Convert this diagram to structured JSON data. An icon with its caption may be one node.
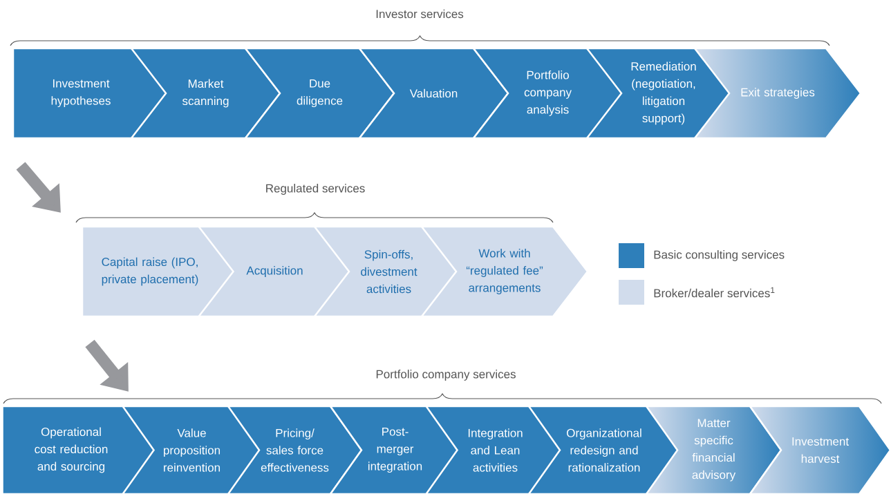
{
  "diagram": {
    "nodes": [
      {
        "text": [
          "Investment hypotheses"
        ]
      },
      {
        "text": [
          "Market scanning"
        ]
      },
      {
        "text": [
          "Due diligence"
        ]
      },
      {
        "text": [
          "Valuation"
        ]
      },
      {
        "text": [
          "Portfolio company analysis"
        ]
      },
      {
        "text": [
          "Remediation (negotiation, litigation support)"
        ]
      },
      {
        "text": [
          "Exit strategies"
        ]
      },
      {
        "text": [
          "Capital raise (IPO, private placement)"
        ]
      },
      {
        "text": [
          "Acquisition"
        ]
      },
      {
        "text": [
          "Spin-offs, divestment activities"
        ]
      },
      {
        "text": [
          "Work with “regulated fee” arrangements"
        ]
      },
      {
        "text": [
          "Operational cost reduction and sourcing"
        ]
      },
      {
        "text": [
          "Value proposition reinvention"
        ]
      },
      {
        "text": [
          "Pricing/ sales force effectiveness"
        ]
      },
      {
        "text": [
          "Post-merger integration"
        ]
      },
      {
        "text": [
          "Integration and Lean activities"
        ]
      },
      {
        "text": [
          "Organizational redesign and rationalization"
        ]
      },
      {
        "text": [
          "Matter specific financial advisory"
        ]
      },
      {
        "text": [
          "Investment harvest"
        ]
      }
    ],
    "labels": [
      "Investor services",
      "Regulated services",
      "Portfolio company services"
    ],
    "legend": [
      {
        "text": "Basic consulting services",
        "color": "#2e7fba"
      },
      {
        "text": "Broker/dealer services$^{1}$",
        "color": "#d1dcec"
      }
    ]
  }
}
